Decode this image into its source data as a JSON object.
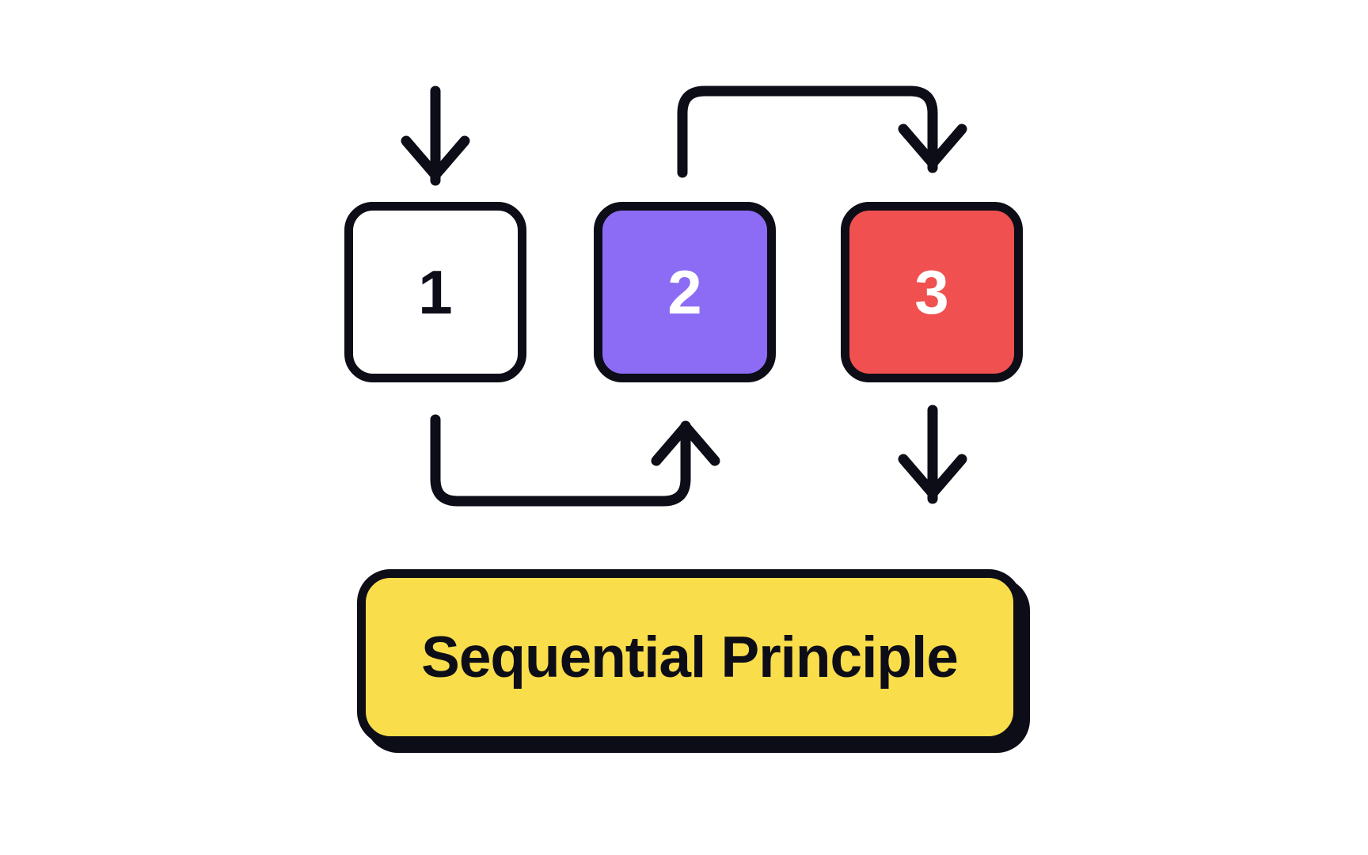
{
  "diagram": {
    "title": "Sequential Principle",
    "background_color": "#ffffff",
    "stroke_color": "#0d0d18",
    "steps": [
      {
        "number": "1",
        "fill": "#ffffff",
        "text_color": "#0d0d18",
        "name": "step-one"
      },
      {
        "number": "2",
        "fill": "#8c6cf5",
        "text_color": "#ffffff",
        "name": "step-two"
      },
      {
        "number": "3",
        "fill": "#f0504f",
        "text_color": "#ffffff",
        "name": "step-three"
      }
    ],
    "caption": {
      "label": "Sequential Principle",
      "fill": "#f9dd4b",
      "text_color": "#0d0d18"
    },
    "arrows": [
      {
        "name": "entry-arrow-into-step-one",
        "kind": "straight-down"
      },
      {
        "name": "loop-arrow-step-one-to-step-two",
        "kind": "u-turn-below"
      },
      {
        "name": "loop-arrow-step-two-to-step-three",
        "kind": "n-turn-above"
      },
      {
        "name": "exit-arrow-from-step-three",
        "kind": "straight-down"
      }
    ]
  }
}
